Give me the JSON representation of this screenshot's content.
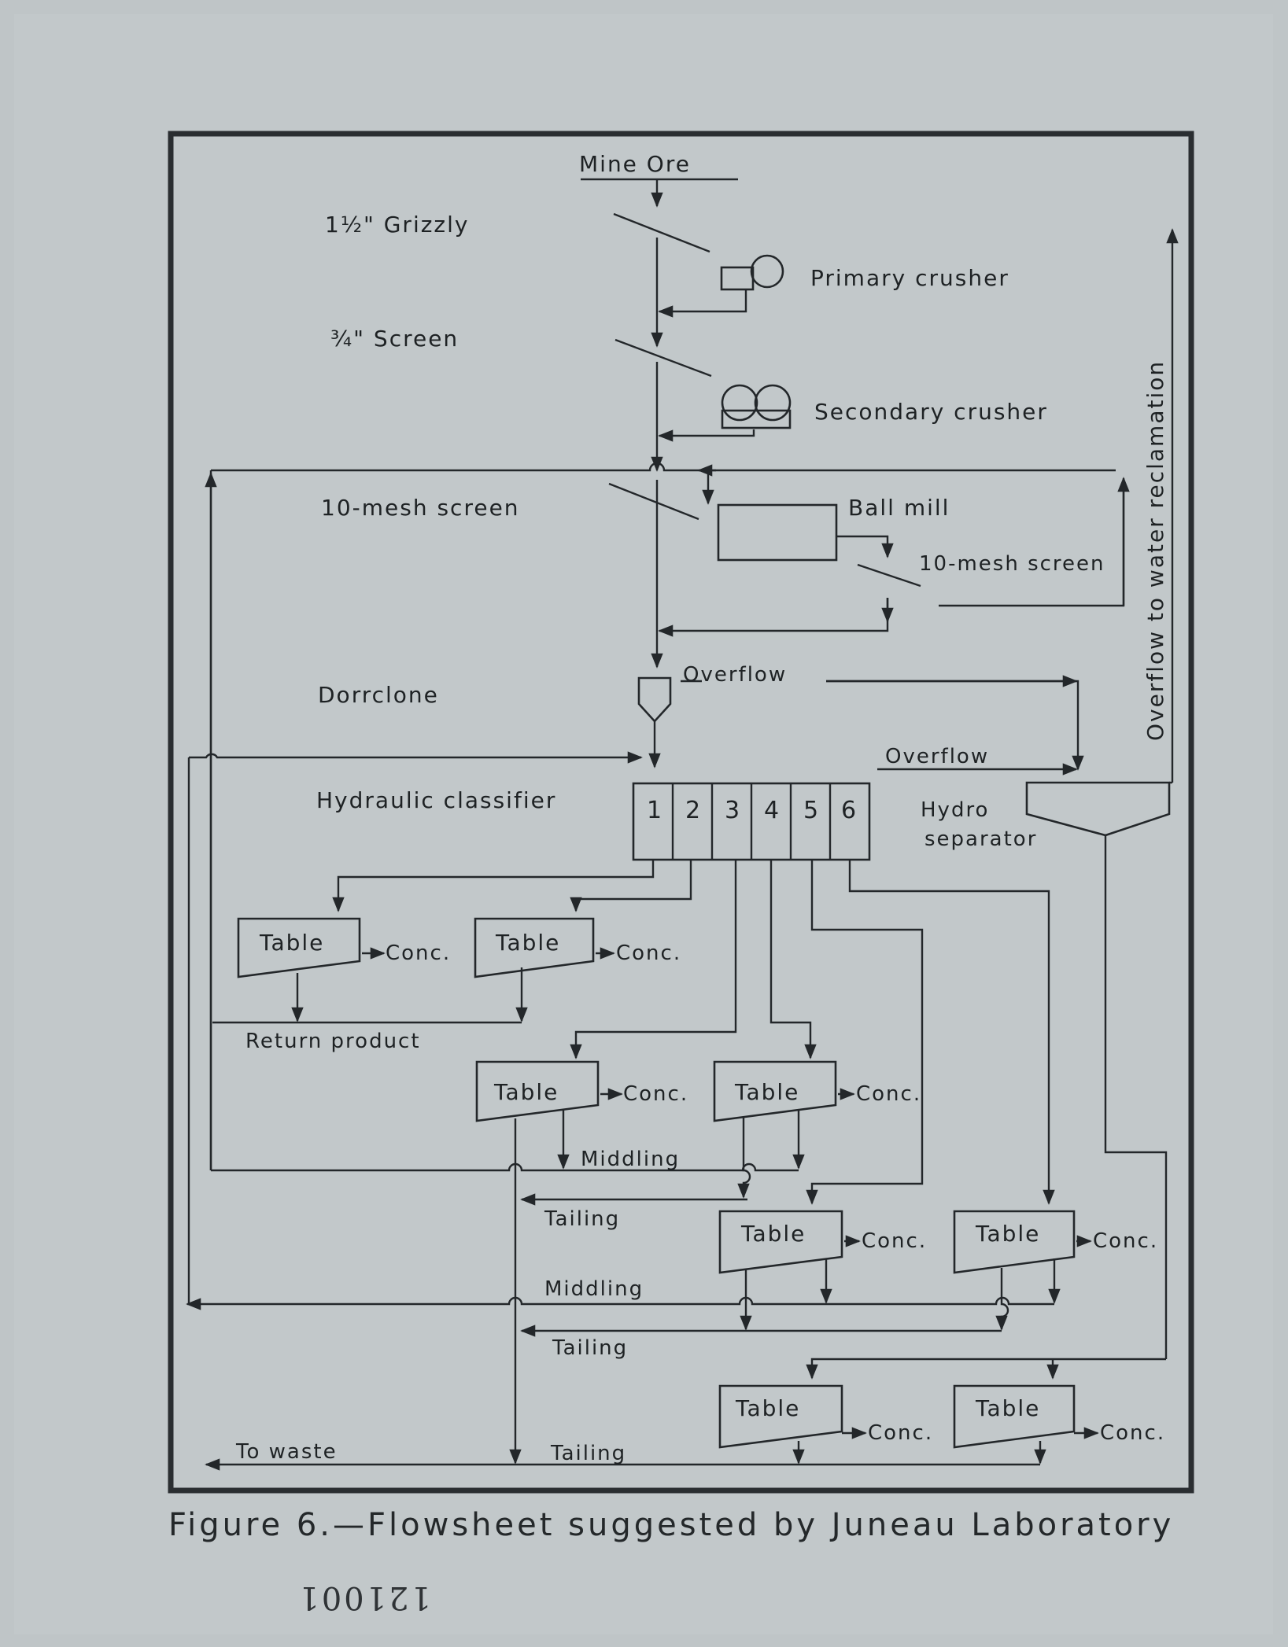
{
  "labels": {
    "mine_ore": "Mine Ore",
    "grizzly": "1½\" Grizzly",
    "primary_crusher": "Primary crusher",
    "screen_34": "¾\" Screen",
    "secondary_crusher": "Secondary crusher",
    "ten_mesh_screen_1": "10-mesh screen",
    "ball_mill": "Ball mill",
    "ten_mesh_screen_2": "10-mesh screen",
    "dorrclone": "Dorrclone",
    "overflow_1": "Overflow",
    "overflow_2": "Overflow",
    "hydraulic_classifier": "Hydraulic classifier",
    "hydro_separator_1": "Hydro",
    "hydro_separator_2": "separator",
    "water_reclamation": "Overflow to water reclamation",
    "return_product": "Return product",
    "middling_1": "Middling",
    "tailing_1": "Tailing",
    "middling_2": "Middling",
    "tailing_2": "Tailing",
    "tailing_3": "Tailing",
    "to_waste": "To waste",
    "table": "Table",
    "conc": "Conc."
  },
  "classifier_cells": [
    "1",
    "2",
    "3",
    "4",
    "5",
    "6"
  ],
  "caption": "Figure 6.—Flowsheet suggested by Juneau Laboratory",
  "stamp": "121001"
}
